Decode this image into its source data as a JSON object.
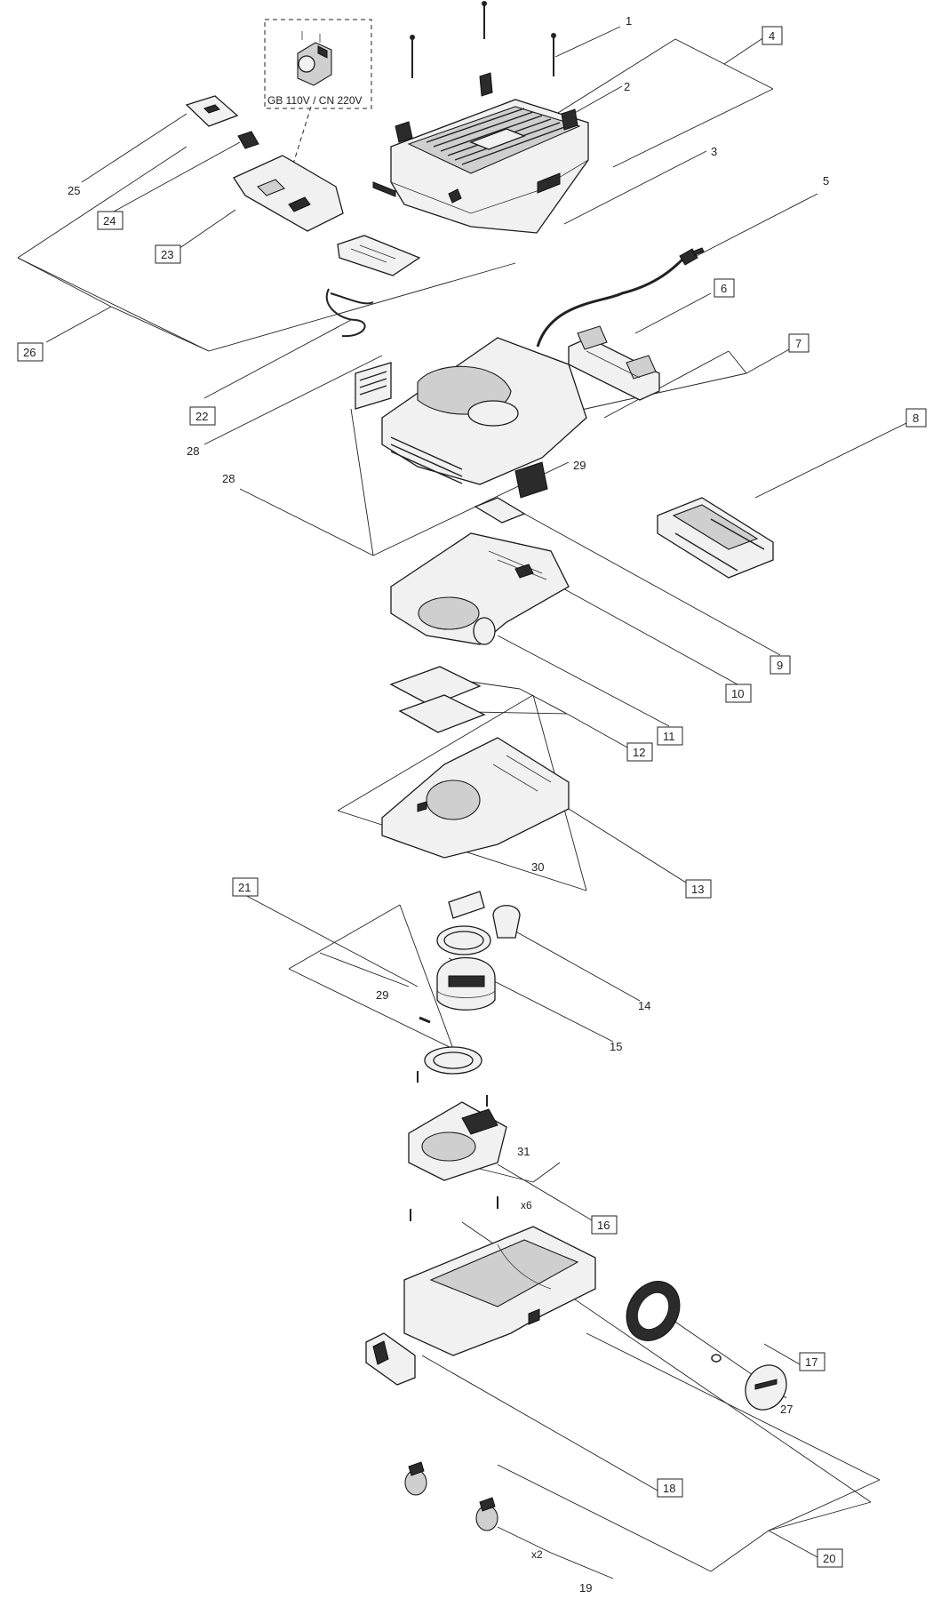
{
  "callouts": [
    {
      "id": "c1",
      "label": "1",
      "boxed": false
    },
    {
      "id": "c2",
      "label": "2",
      "boxed": false
    },
    {
      "id": "c3",
      "label": "3",
      "boxed": false
    },
    {
      "id": "c4",
      "label": "4",
      "boxed": true
    },
    {
      "id": "c5",
      "label": "5",
      "boxed": false
    },
    {
      "id": "c6",
      "label": "6",
      "boxed": true
    },
    {
      "id": "c7",
      "label": "7",
      "boxed": true
    },
    {
      "id": "c8",
      "label": "8",
      "boxed": true
    },
    {
      "id": "c9",
      "label": "9",
      "boxed": true
    },
    {
      "id": "c10",
      "label": "10",
      "boxed": true
    },
    {
      "id": "c11",
      "label": "11",
      "boxed": true
    },
    {
      "id": "c12",
      "label": "12",
      "boxed": true
    },
    {
      "id": "c13",
      "label": "13",
      "boxed": true
    },
    {
      "id": "c14",
      "label": "14",
      "boxed": false
    },
    {
      "id": "c15",
      "label": "15",
      "boxed": false
    },
    {
      "id": "c16",
      "label": "16",
      "boxed": true
    },
    {
      "id": "c17",
      "label": "17",
      "boxed": true
    },
    {
      "id": "c18",
      "label": "18",
      "boxed": true
    },
    {
      "id": "c19",
      "label": "19",
      "boxed": false
    },
    {
      "id": "c20",
      "label": "20",
      "boxed": true
    },
    {
      "id": "c21",
      "label": "21",
      "boxed": true
    },
    {
      "id": "c22",
      "label": "22",
      "boxed": true
    },
    {
      "id": "c23",
      "label": "23",
      "boxed": true
    },
    {
      "id": "c24",
      "label": "24",
      "boxed": true
    },
    {
      "id": "c25",
      "label": "25",
      "boxed": false
    },
    {
      "id": "c26",
      "label": "26",
      "boxed": true
    },
    {
      "id": "c27",
      "label": "27",
      "boxed": false
    },
    {
      "id": "c28a",
      "label": "28",
      "boxed": false
    },
    {
      "id": "c28b",
      "label": "28",
      "boxed": false
    },
    {
      "id": "c29a",
      "label": "29",
      "boxed": false
    },
    {
      "id": "c29b",
      "label": "29",
      "boxed": false
    },
    {
      "id": "c30",
      "label": "30",
      "boxed": false
    },
    {
      "id": "c31",
      "label": "31",
      "boxed": false
    }
  ],
  "notes": {
    "variant": "GB 110V / CN 220V",
    "qty_x6": "x6",
    "qty_x2": "x2"
  }
}
